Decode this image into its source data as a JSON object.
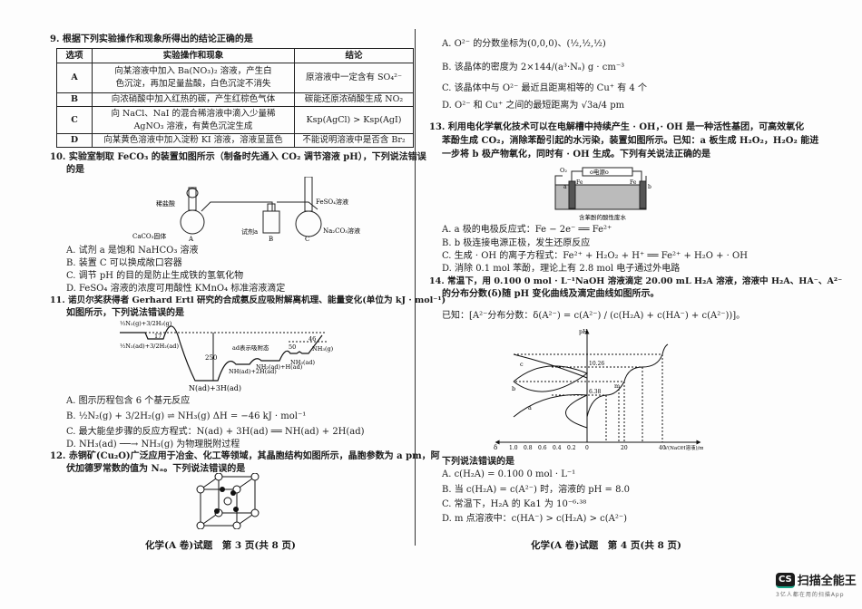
{
  "left": {
    "q9": {
      "stem": "9. 根据下列实验操作和现象所得出的结论正确的是",
      "headers": [
        "选项",
        "实验操作和现象",
        "结论"
      ],
      "rows": [
        {
          "opt": "A",
          "op1": "向某溶液中加入 Ba(NO₃)₂ 溶液，产生白",
          "op2": "色沉淀，再加足量盐酸，白色沉淀不消失",
          "concl": "原溶液中一定含有 SO₄²⁻"
        },
        {
          "opt": "B",
          "op1": "向浓硝酸中加入红热的碳，产生红棕色气体",
          "op2": "",
          "concl": "碳能还原浓硝酸生成 NO₂"
        },
        {
          "opt": "C",
          "op1": "向 NaCl、NaI 的混合稀溶液中滴入少量稀",
          "op2": "AgNO₃ 溶液，有黄色沉淀生成",
          "concl": "Ksp(AgCl) > Ksp(AgI)"
        },
        {
          "opt": "D",
          "op1": "向某黄色溶液中加入淀粉 KI 溶液，溶液呈蓝色",
          "op2": "",
          "concl": "不能说明溶液中是否含 Br₂"
        }
      ]
    },
    "q10": {
      "stem1": "10. 实验室制取 FeCO₃ 的装置如图所示（制备时先通入 CO₂ 调节溶液 pH），下列说法错误",
      "stem2": "的是",
      "fig": {
        "hcl": "稀盐酸",
        "caco3": "CaCO₃固体",
        "reagent": "试剂a",
        "feso4": "FeSO₄溶液",
        "na2co3": "Na₂CO₃溶液",
        "A": "A",
        "B": "B",
        "C": "C"
      },
      "options": [
        "A. 试剂 a 是饱和 NaHCO₃ 溶液",
        "B. 装置 C 可以换成敞口容器",
        "C. 调节 pH 的目的是防止生成铁的氢氧化物",
        "D. FeSO₄ 溶液的浓度可用酸性 KMnO₄ 标准溶液滴定"
      ]
    },
    "q11": {
      "stem1": "11. 诺贝尔奖获得者 Gerhard Ertl 研究的合成氨反应吸附解离机理、能量变化(单位为 kJ · mol⁻¹)",
      "stem2": "如图所示，下列说法错误的是",
      "fig": {
        "start": "½N₂(g)+3/2H₂(g)",
        "ads": "½N₂(ad)+3/2H₂(ad)",
        "v17": "17",
        "v250": "250",
        "note": "ad表示吸附态",
        "n3h": "N(ad)+3H(ad)",
        "nh2h": "NH(ad)+2H(ad)",
        "nh2": "NH₂(ad)+H(ad)",
        "nh3ad": "NH₃(ad)",
        "v50": "50",
        "v46": "46",
        "nh3g": "NH₃(g)"
      },
      "options": [
        "A. 图示历程包含 6 个基元反应",
        "B. ½N₂(g) + 3/2H₂(g) ⇌ NH₃(g)    ΔH = −46 kJ · mol⁻¹",
        "C. 最大能垒步骤的反应方程式：N(ad) + 3H(ad) ══ NH(ad) + 2H(ad)",
        "D. NH₃(ad) ──→ NH₃(g) 为物理脱附过程"
      ]
    },
    "q12": {
      "stem1": "12. 赤铜矿(Cu₂O)广泛应用于冶金、化工等领域，其晶胞结构如图所示，晶胞参数为 a pm，阿",
      "stem2": "伏加德罗常数的值为 Nₐ。下列说法错误的是"
    },
    "footer": "化学(A 卷)试题　第 3 页(共 8 页)"
  },
  "right": {
    "q12_options": [
      "A. O²⁻ 的分数坐标为(0,0,0)、(½,½,½)",
      "B. 该晶体的密度为 2×144/(a³·Nₐ) g · cm⁻³",
      "C. 该晶体中与 O²⁻ 最近且距离相等的 Cu⁺ 有 4 个",
      "D. O²⁻ 和 Cu⁺ 之间的最短距离为 √3a/4 pm"
    ],
    "q13": {
      "stem1": "13. 利用电化学氧化技术可以在电解槽中持续产生 · OH，· OH 是一种活性基团，可高效氧化",
      "stem2": "苯酚生成 CO₂，消除苯酚引起的水污染，装置如图所示。已知：a 板生成 H₂O₂，H₂O₂ 能进",
      "stem3": "一步将 b 极产物氧化，同时有 · OH 生成。下列有关说法正确的是",
      "fig": {
        "o2": "O₂",
        "power": "o电源o",
        "fe_a": "Fe",
        "fe_b": "Fe",
        "a": "a",
        "b": "b",
        "caption": "含苯酚的酸性废水"
      },
      "options": [
        "A. a 极的电极反应式：Fe − 2e⁻ ══ Fe²⁺",
        "B. b 极连接电源正极，发生还原反应",
        "C. 生成 · OH 的离子方程式：Fe²⁺ + H₂O₂ + H⁺ ══ Fe²⁺ + H₂O + · OH",
        "D. 消除 0.1 mol 苯酚，理论上有 2.8 mol 电子通过外电路"
      ]
    },
    "q14": {
      "stem1": "14. 常温下，用 0.100 0 mol · L⁻¹NaOH 溶液滴定 20.00 mL H₂A 溶液，溶液中 H₂A、HA⁻、A²⁻",
      "stem2": "的分布分数(δ)随 pH 变化曲线及滴定曲线如图所示。",
      "known": "已知：[A²⁻分布分数：δ(A²⁻) = c(A²⁻) / (c(H₂A) + c(HA⁻) + c(A²⁻))]。",
      "chart": {
        "ylabel": "pH",
        "xlabel_left": "δ",
        "xlabel_right": "V(NaOH溶液)/mL",
        "delta_ticks": [
          "1.0",
          "0.8",
          "0.6",
          "0.4",
          "0.2",
          "0"
        ],
        "v_ticks": [
          "20",
          "40"
        ],
        "ph_labels": [
          "10.26",
          "6.38"
        ],
        "curves": [
          "a",
          "b",
          "c"
        ],
        "point": "m"
      },
      "question": "下列说法错误的是",
      "options": [
        "A. c(H₂A) = 0.100 0 mol · L⁻¹",
        "B. 当 c(H₂A) = c(A²⁻) 时，溶液的 pH = 8.0",
        "C. 常温下，H₂A 的 Ka1 为 10⁻⁶·³⁸",
        "D. m 点溶液中：c(HA⁻) > c(H₂A) > c(A²⁻)"
      ]
    },
    "footer": "化学(A 卷)试题　第 4 页(共 8 页)"
  },
  "watermark": {
    "badge": "CS",
    "brand": "扫描全能王",
    "slogan": "3亿人都在用的扫描App"
  }
}
